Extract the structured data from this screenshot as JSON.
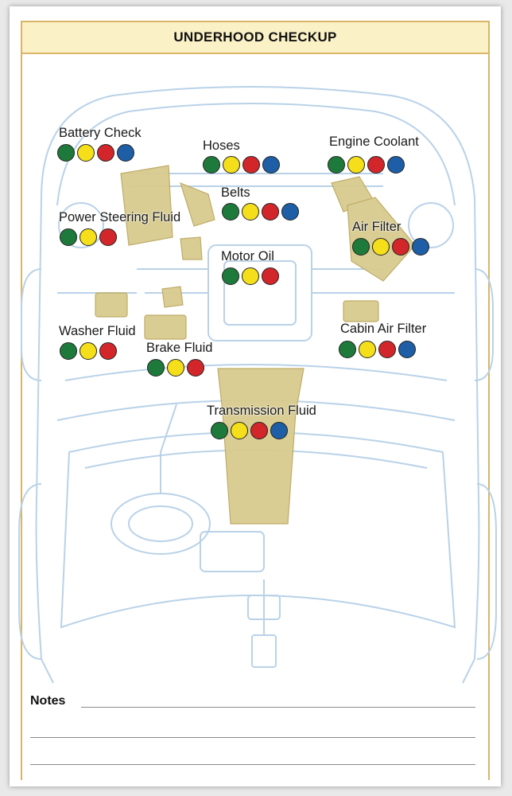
{
  "header": {
    "title": "UNDERHOOD CHECKUP"
  },
  "status_colors": {
    "good": "#1e7a3a",
    "caution": "#f4df1a",
    "bad": "#d2262b",
    "info": "#1d5ea6"
  },
  "items": [
    {
      "key": "battery-check",
      "label": "Battery Check",
      "dots": [
        "good",
        "caution",
        "bad",
        "info"
      ]
    },
    {
      "key": "hoses",
      "label": "Hoses",
      "dots": [
        "good",
        "caution",
        "bad",
        "info"
      ]
    },
    {
      "key": "engine-coolant",
      "label": "Engine Coolant",
      "dots": [
        "good",
        "caution",
        "bad",
        "info"
      ]
    },
    {
      "key": "belts",
      "label": "Belts",
      "dots": [
        "good",
        "caution",
        "bad",
        "info"
      ]
    },
    {
      "key": "power-steering-fluid",
      "label": "Power Steering Fluid",
      "dots": [
        "good",
        "caution",
        "bad"
      ]
    },
    {
      "key": "air-filter",
      "label": "Air Filter",
      "dots": [
        "good",
        "caution",
        "bad",
        "info"
      ]
    },
    {
      "key": "motor-oil",
      "label": "Motor Oil",
      "dots": [
        "good",
        "caution",
        "bad"
      ]
    },
    {
      "key": "washer-fluid",
      "label": "Washer Fluid",
      "dots": [
        "good",
        "caution",
        "bad"
      ]
    },
    {
      "key": "cabin-air-filter",
      "label": "Cabin Air Filter",
      "dots": [
        "good",
        "caution",
        "bad",
        "info"
      ]
    },
    {
      "key": "brake-fluid",
      "label": "Brake Fluid",
      "dots": [
        "good",
        "caution",
        "bad"
      ]
    },
    {
      "key": "transmission-fluid",
      "label": "Transmission Fluid",
      "dots": [
        "good",
        "caution",
        "bad",
        "info"
      ]
    }
  ],
  "notes": {
    "label": "Notes"
  }
}
